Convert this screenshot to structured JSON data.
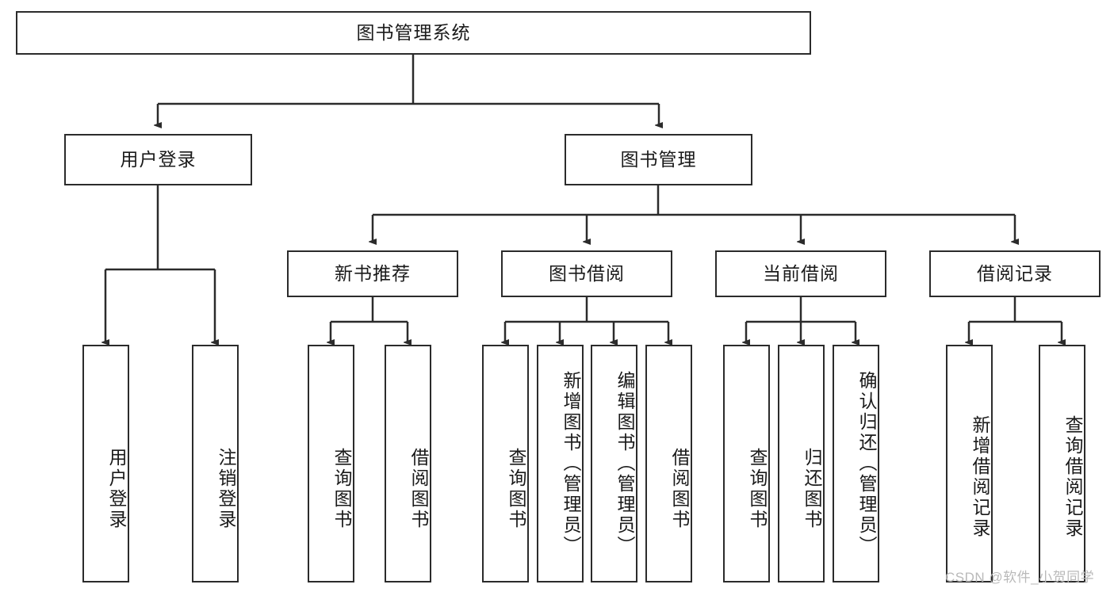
{
  "diagram": {
    "title": "图书管理系统",
    "watermark": "CSDN @软件_小贺同学",
    "stroke_color": "#2b2b2b",
    "text_color": "#1a1a1a",
    "background_color": "#ffffff",
    "watermark_color": "#b9b9b9"
  },
  "nodes": {
    "root": {
      "label": "图书管理系统"
    },
    "level2": [
      {
        "label": "用户登录"
      },
      {
        "label": "图书管理"
      }
    ],
    "level3": [
      {
        "label": "新书推荐"
      },
      {
        "label": "图书借阅"
      },
      {
        "label": "当前借阅"
      },
      {
        "label": "借阅记录"
      }
    ],
    "leaves_user_login": [
      {
        "label": "用户登录"
      },
      {
        "label": "注销登录"
      }
    ],
    "leaves_new_book": [
      {
        "label": "查询图书"
      },
      {
        "label": "借阅图书"
      }
    ],
    "leaves_borrow": [
      {
        "label": "查询图书"
      },
      {
        "label": "新增图书（管理员）"
      },
      {
        "label": "编辑图书（管理员）"
      },
      {
        "label": "借阅图书"
      }
    ],
    "leaves_current": [
      {
        "label": "查询图书"
      },
      {
        "label": "归还图书"
      },
      {
        "label": "确认归还（管理员）"
      }
    ],
    "leaves_records": [
      {
        "label": "新增借阅记录"
      },
      {
        "label": "查询借阅记录"
      }
    ]
  }
}
